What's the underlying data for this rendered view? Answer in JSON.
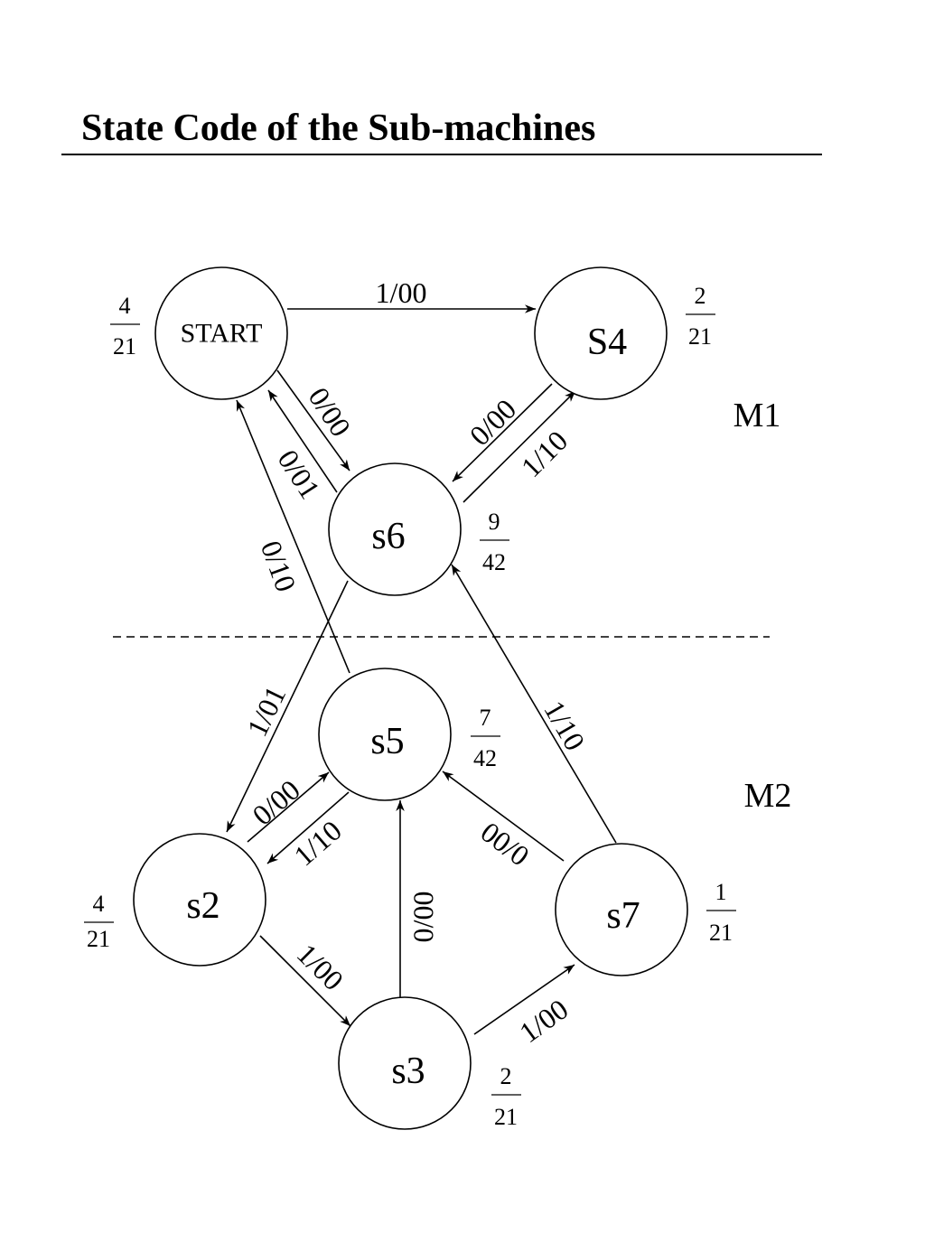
{
  "title": "State Code of the Sub-machines",
  "machines": {
    "m1": "M1",
    "m2": "M2"
  },
  "states": {
    "start": {
      "label": "START",
      "num": "4",
      "den": "21"
    },
    "s4": {
      "label": "S4",
      "num": "2",
      "den": "21"
    },
    "s6": {
      "label": "s6",
      "num": "9",
      "den": "42"
    },
    "s5": {
      "label": "s5",
      "num": "7",
      "den": "42"
    },
    "s2": {
      "label": "s2",
      "num": "4",
      "den": "21"
    },
    "s7": {
      "label": "s7",
      "num": "1",
      "den": "21"
    },
    "s3": {
      "label": "s3",
      "num": "2",
      "den": "21"
    }
  },
  "transitions": {
    "start_s4": "1/00",
    "start_s6": "0/00",
    "s6_start": "0/01",
    "s5_start": "0/10",
    "s4_s6": "0/00",
    "s6_s4": "1/10",
    "s6_s2": "1/01",
    "s7_s6": "1/10",
    "s2_s5": "0/00",
    "s5_s2": "1/10",
    "s3_s5": "00/0",
    "s7_s5": "00/0",
    "s2_s3": "1/00",
    "s3_s7": "1/00"
  }
}
